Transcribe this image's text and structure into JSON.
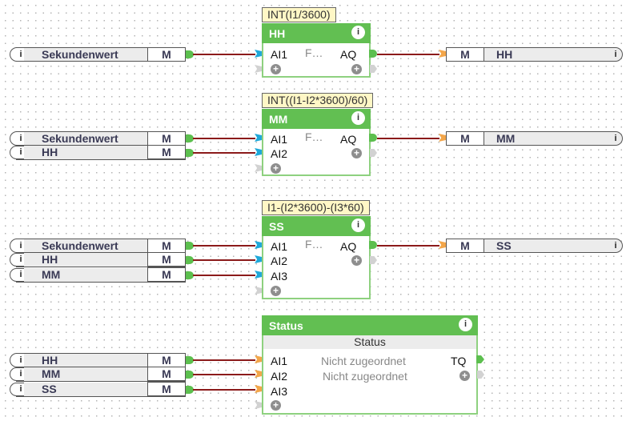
{
  "groups": [
    {
      "block": {
        "title": "HH",
        "formula": "INT(I1/3600)",
        "function_label": "F…",
        "inputs": [
          "AI1"
        ],
        "output": "AQ"
      },
      "input_vars": [
        {
          "name": "Sekundenwert",
          "mode": "M"
        }
      ],
      "output_var": {
        "name": "HH",
        "mode": "M"
      }
    },
    {
      "block": {
        "title": "MM",
        "formula": "INT((I1-I2*3600)/60)",
        "function_label": "F…",
        "inputs": [
          "AI1",
          "AI2"
        ],
        "output": "AQ"
      },
      "input_vars": [
        {
          "name": "Sekundenwert",
          "mode": "M"
        },
        {
          "name": "HH",
          "mode": "M"
        }
      ],
      "output_var": {
        "name": "MM",
        "mode": "M"
      }
    },
    {
      "block": {
        "title": "SS",
        "formula": "I1-(I2*3600)-(I3*60)",
        "function_label": "F…",
        "inputs": [
          "AI1",
          "AI2",
          "AI3"
        ],
        "output": "AQ"
      },
      "input_vars": [
        {
          "name": "Sekundenwert",
          "mode": "M"
        },
        {
          "name": "HH",
          "mode": "M"
        },
        {
          "name": "MM",
          "mode": "M"
        }
      ],
      "output_var": {
        "name": "SS",
        "mode": "M"
      }
    },
    {
      "block": {
        "title": "Status",
        "subtitle": "Status",
        "inputs": [
          "AI1",
          "AI2",
          "AI3"
        ],
        "input_assignments": [
          "Nicht zugeordnet",
          "Nicht zugeordnet"
        ],
        "output": "TQ"
      },
      "input_vars": [
        {
          "name": "HH",
          "mode": "M"
        },
        {
          "name": "MM",
          "mode": "M"
        },
        {
          "name": "SS",
          "mode": "M"
        }
      ]
    }
  ],
  "icons": {
    "info": "i",
    "add": "+"
  },
  "colors": {
    "block_header": "#62bf52",
    "wire": "#8b1a1a",
    "port_analog": "#1fa8d9",
    "port_status": "#f3a64a",
    "formula_bg": "#fff7c6"
  }
}
